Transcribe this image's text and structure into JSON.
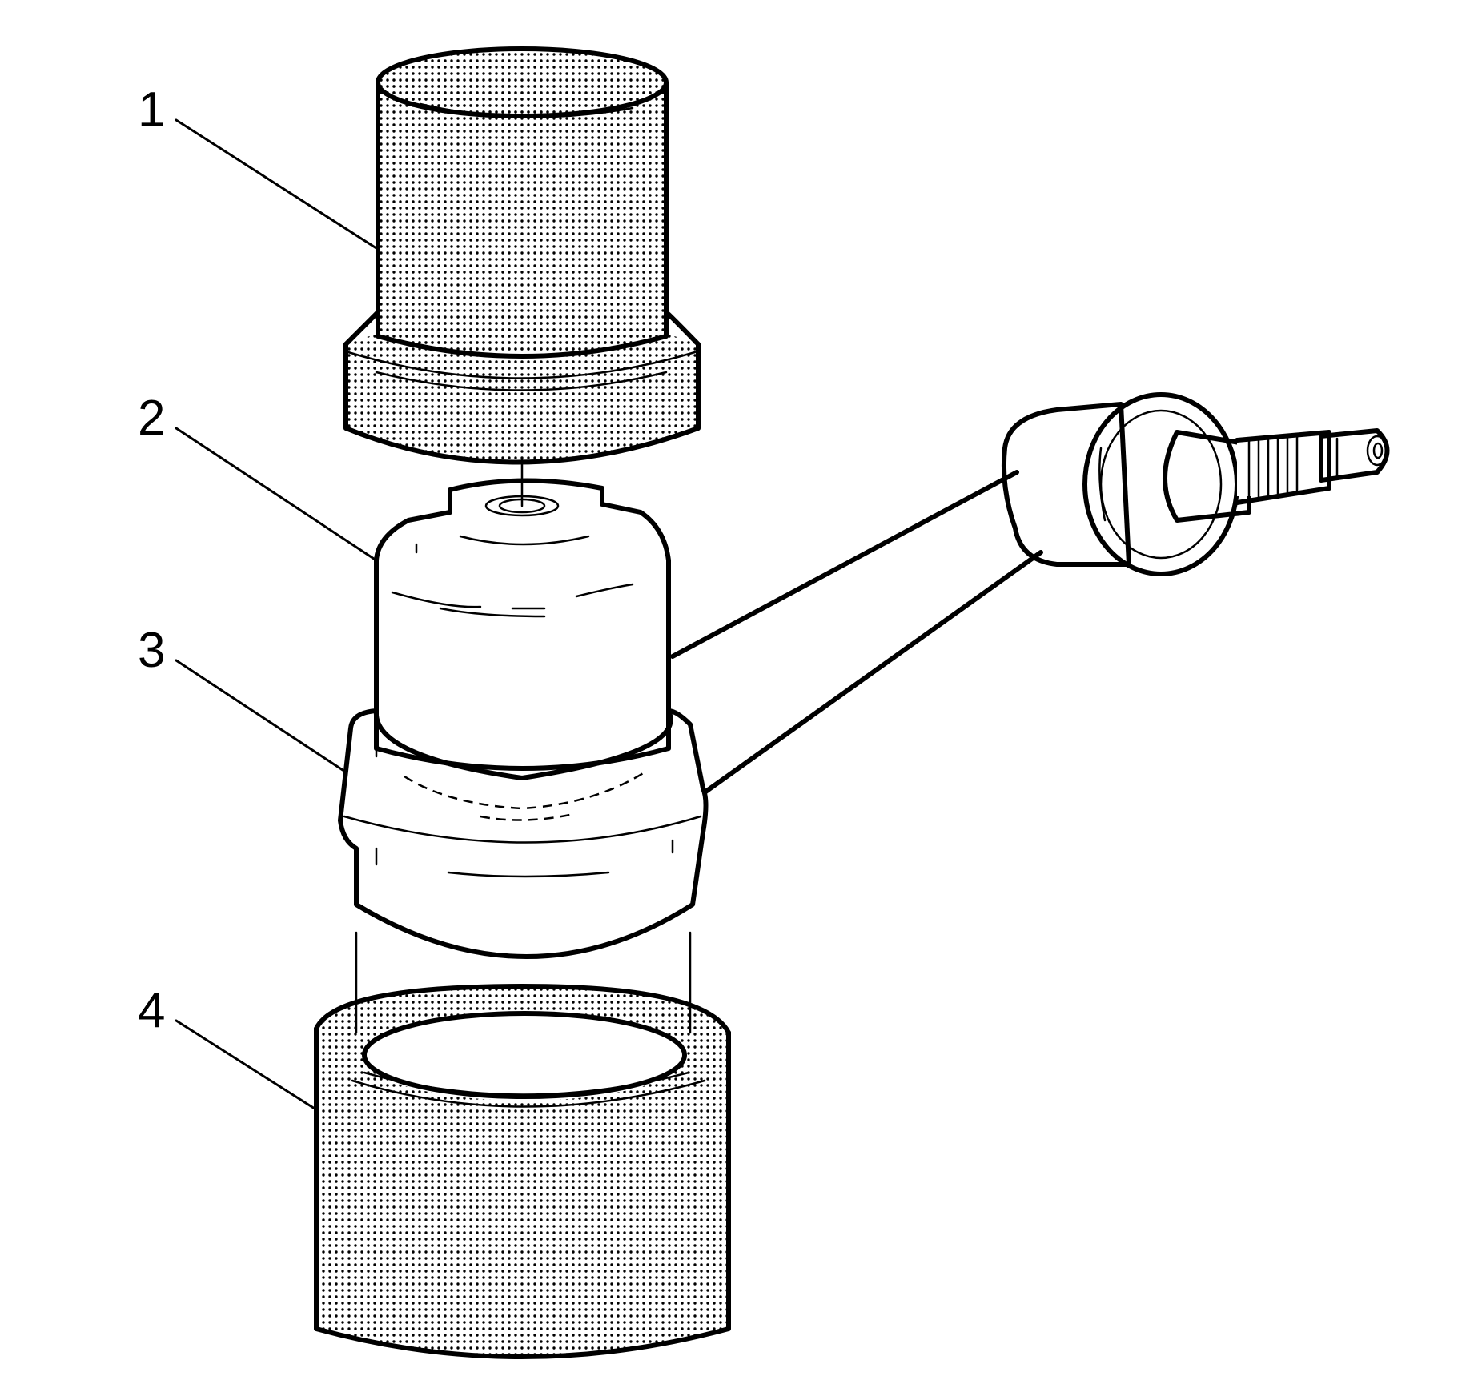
{
  "callouts": [
    {
      "id": 1,
      "label": "1"
    },
    {
      "id": 2,
      "label": "2"
    },
    {
      "id": 3,
      "label": "3"
    },
    {
      "id": 4,
      "label": "4"
    }
  ],
  "colors": {
    "line": "#000000",
    "background": "#ffffff",
    "stipple": "#000000"
  },
  "icons": {
    "tool_top": "press-cup-icon",
    "bushing": "bushing-icon",
    "control_arm": "control-arm-icon",
    "tool_bottom": "receiver-cup-icon"
  }
}
